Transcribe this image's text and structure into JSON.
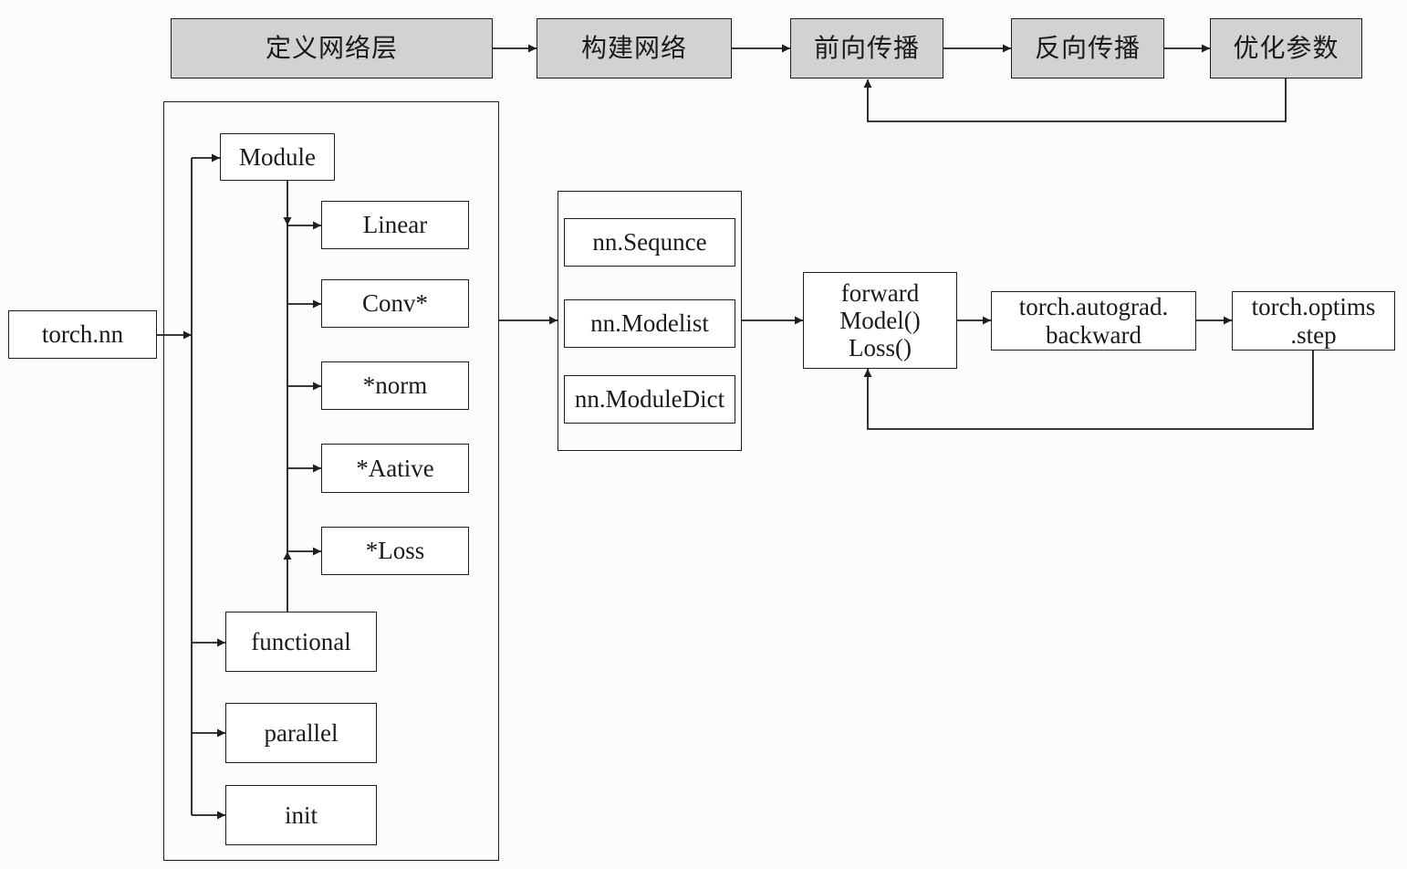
{
  "colors": {
    "stage_fill": "#d2d2d2",
    "box_fill": "#ffffff",
    "line": "#1e1e1e"
  },
  "pipeline": {
    "define_layers": "定义网络层",
    "build_network": "构建网络",
    "forward_prop": "前向传播",
    "back_prop": "反向传播",
    "optimize_params": "优化参数"
  },
  "torch_nn": "torch.nn",
  "module_tree": {
    "module": "Module",
    "linear": "Linear",
    "conv": "Conv*",
    "norm": "*norm",
    "activation": "*Aative",
    "loss": "*Loss",
    "functional": "functional",
    "parallel": "parallel",
    "init": "init"
  },
  "containers": {
    "sequential": "nn.Sequnce",
    "modulelist": "nn.Modelist",
    "moduledict": "nn.ModuleDict"
  },
  "training": {
    "forward_lines": [
      "forward",
      "Model()",
      "Loss()"
    ],
    "backward_lines": [
      "torch.autograd.",
      "backward"
    ],
    "step_lines": [
      ".step"
    ],
    "step_title": "torch.optims"
  }
}
